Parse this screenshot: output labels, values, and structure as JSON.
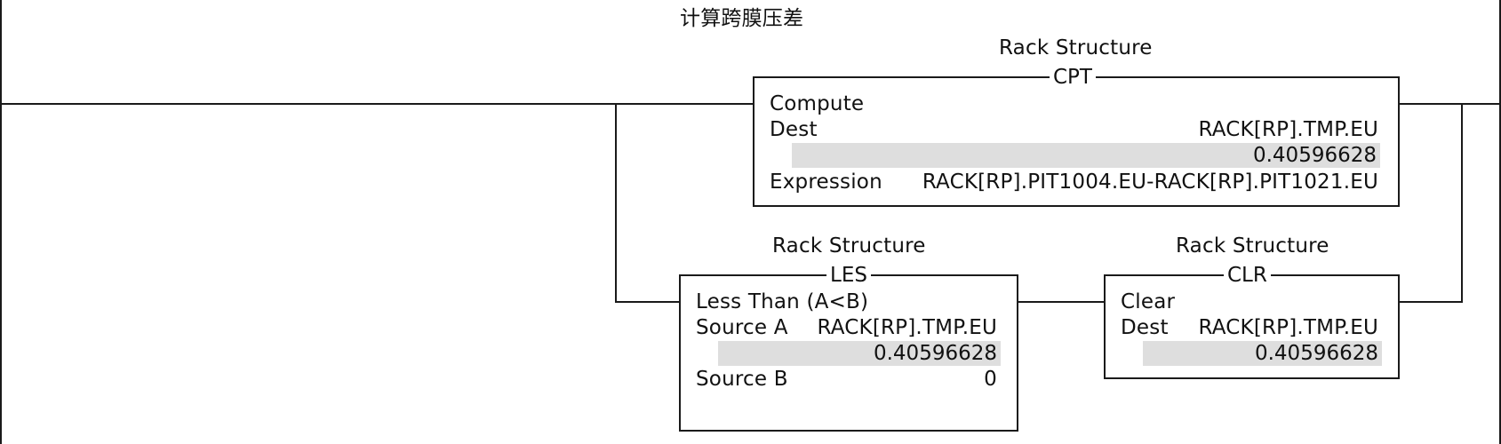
{
  "rung": {
    "comment": "计算跨膜压差"
  },
  "cpt": {
    "struct_title": "Rack Structure",
    "mnemonic": "CPT",
    "name": "Compute",
    "dest_label": "Dest",
    "dest_tag": "RACK[RP].TMP.EU",
    "dest_value": "0.40596628",
    "expr_label": "Expression",
    "expression": "RACK[RP].PIT1004.EU-RACK[RP].PIT1021.EU"
  },
  "les": {
    "struct_title": "Rack Structure",
    "mnemonic": "LES",
    "name": "Less Than (A<B)",
    "source_a_label": "Source A",
    "source_a_tag": "RACK[RP].TMP.EU",
    "source_a_value": "0.40596628",
    "source_b_label": "Source B",
    "source_b_value": "0"
  },
  "clr": {
    "struct_title": "Rack Structure",
    "mnemonic": "CLR",
    "name": "Clear",
    "dest_label": "Dest",
    "dest_tag": "RACK[RP].TMP.EU",
    "dest_value": "0.40596628"
  },
  "colors": {
    "wire": "#1a1a1a",
    "value_bg": "#dedede",
    "background": "#ffffff"
  }
}
